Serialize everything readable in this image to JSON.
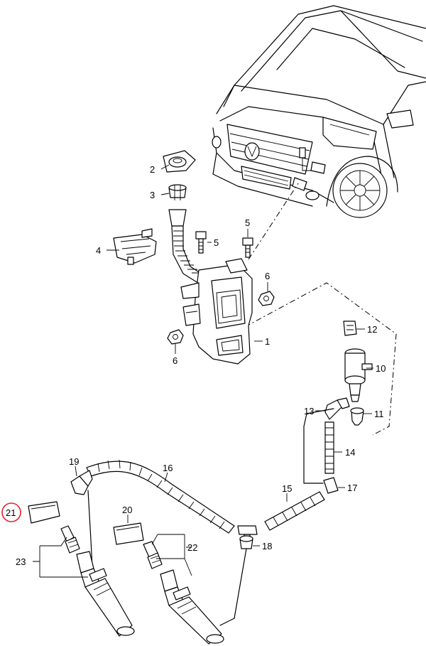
{
  "diagram": {
    "callouts": [
      {
        "id": "c1",
        "text": "1"
      },
      {
        "id": "c2",
        "text": "2"
      },
      {
        "id": "c3",
        "text": "3"
      },
      {
        "id": "c4",
        "text": "4"
      },
      {
        "id": "c5a",
        "text": "5"
      },
      {
        "id": "c5b",
        "text": "5"
      },
      {
        "id": "c6a",
        "text": "6"
      },
      {
        "id": "c6b",
        "text": "6"
      },
      {
        "id": "c10",
        "text": "10"
      },
      {
        "id": "c11",
        "text": "11"
      },
      {
        "id": "c12",
        "text": "12"
      },
      {
        "id": "c13",
        "text": "13"
      },
      {
        "id": "c14",
        "text": "14"
      },
      {
        "id": "c15",
        "text": "15"
      },
      {
        "id": "c16",
        "text": "16"
      },
      {
        "id": "c17",
        "text": "17"
      },
      {
        "id": "c18",
        "text": "18"
      },
      {
        "id": "c19",
        "text": "19"
      },
      {
        "id": "c20",
        "text": "20"
      },
      {
        "id": "c21",
        "text": "21",
        "highlighted": true
      },
      {
        "id": "c22",
        "text": "22"
      },
      {
        "id": "c23",
        "text": "23"
      }
    ],
    "highlight_color": "#e0242b"
  }
}
